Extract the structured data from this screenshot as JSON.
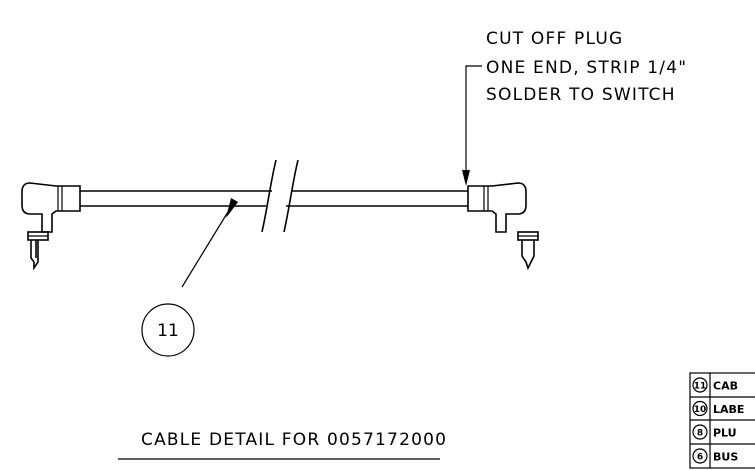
{
  "note": {
    "line1": "CUT OFF PLUG",
    "line2": "ONE END, STRIP 1/4\"",
    "line3": "SOLDER TO SWITCH"
  },
  "balloon": {
    "number": "11"
  },
  "caption": "CABLE DETAIL FOR 0057172000",
  "parts_list": [
    {
      "number": "11",
      "text": "CAB"
    },
    {
      "number": "10",
      "text": "LABE"
    },
    {
      "number": "8",
      "text": "PLU"
    },
    {
      "number": "6",
      "text": "BUS"
    }
  ]
}
